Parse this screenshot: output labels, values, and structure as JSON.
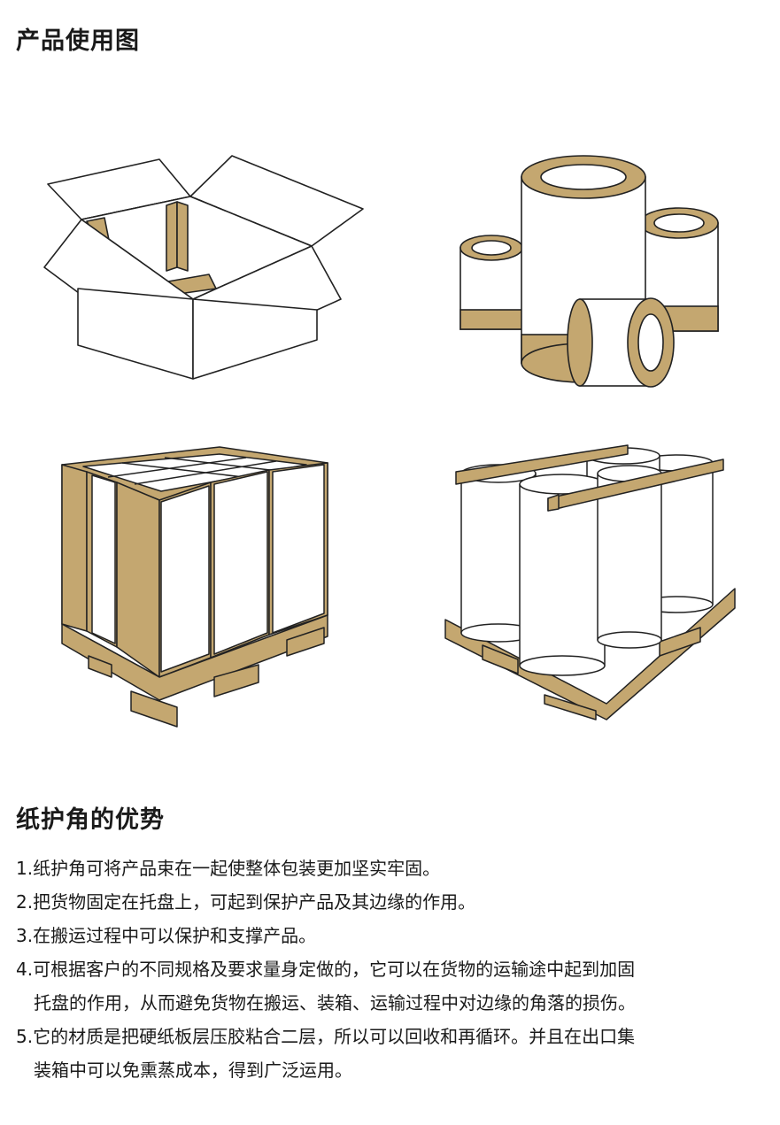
{
  "section_usage": {
    "title": "产品使用图"
  },
  "section_advantages": {
    "title": "纸护角的优势",
    "items": [
      {
        "lines": [
          "1.纸护角可将产品束在一起使整体包装更加坚实牢固。"
        ]
      },
      {
        "lines": [
          "2.把货物固定在托盘上，可起到保护产品及其边缘的作用。"
        ]
      },
      {
        "lines": [
          "3.在搬运过程中可以保护和支撑产品。"
        ]
      },
      {
        "lines": [
          "4.可根据客户的不同规格及要求量身定做的，它可以在货物的运输途中起到加固",
          "托盘的作用，从而避免货物在搬运、装箱、运输过程中对边缘的角落的损伤。"
        ]
      },
      {
        "lines": [
          "5.它的材质是把硬纸板层压胶粘合二层，所以可以回收和再循环。并且在出口集",
          "装箱中可以免熏蒸成本，得到广泛运用。"
        ]
      }
    ]
  },
  "colors": {
    "kraft": "#c4a770",
    "outline": "#222222",
    "face": "#ffffff",
    "shade": "#f2f2f2"
  }
}
